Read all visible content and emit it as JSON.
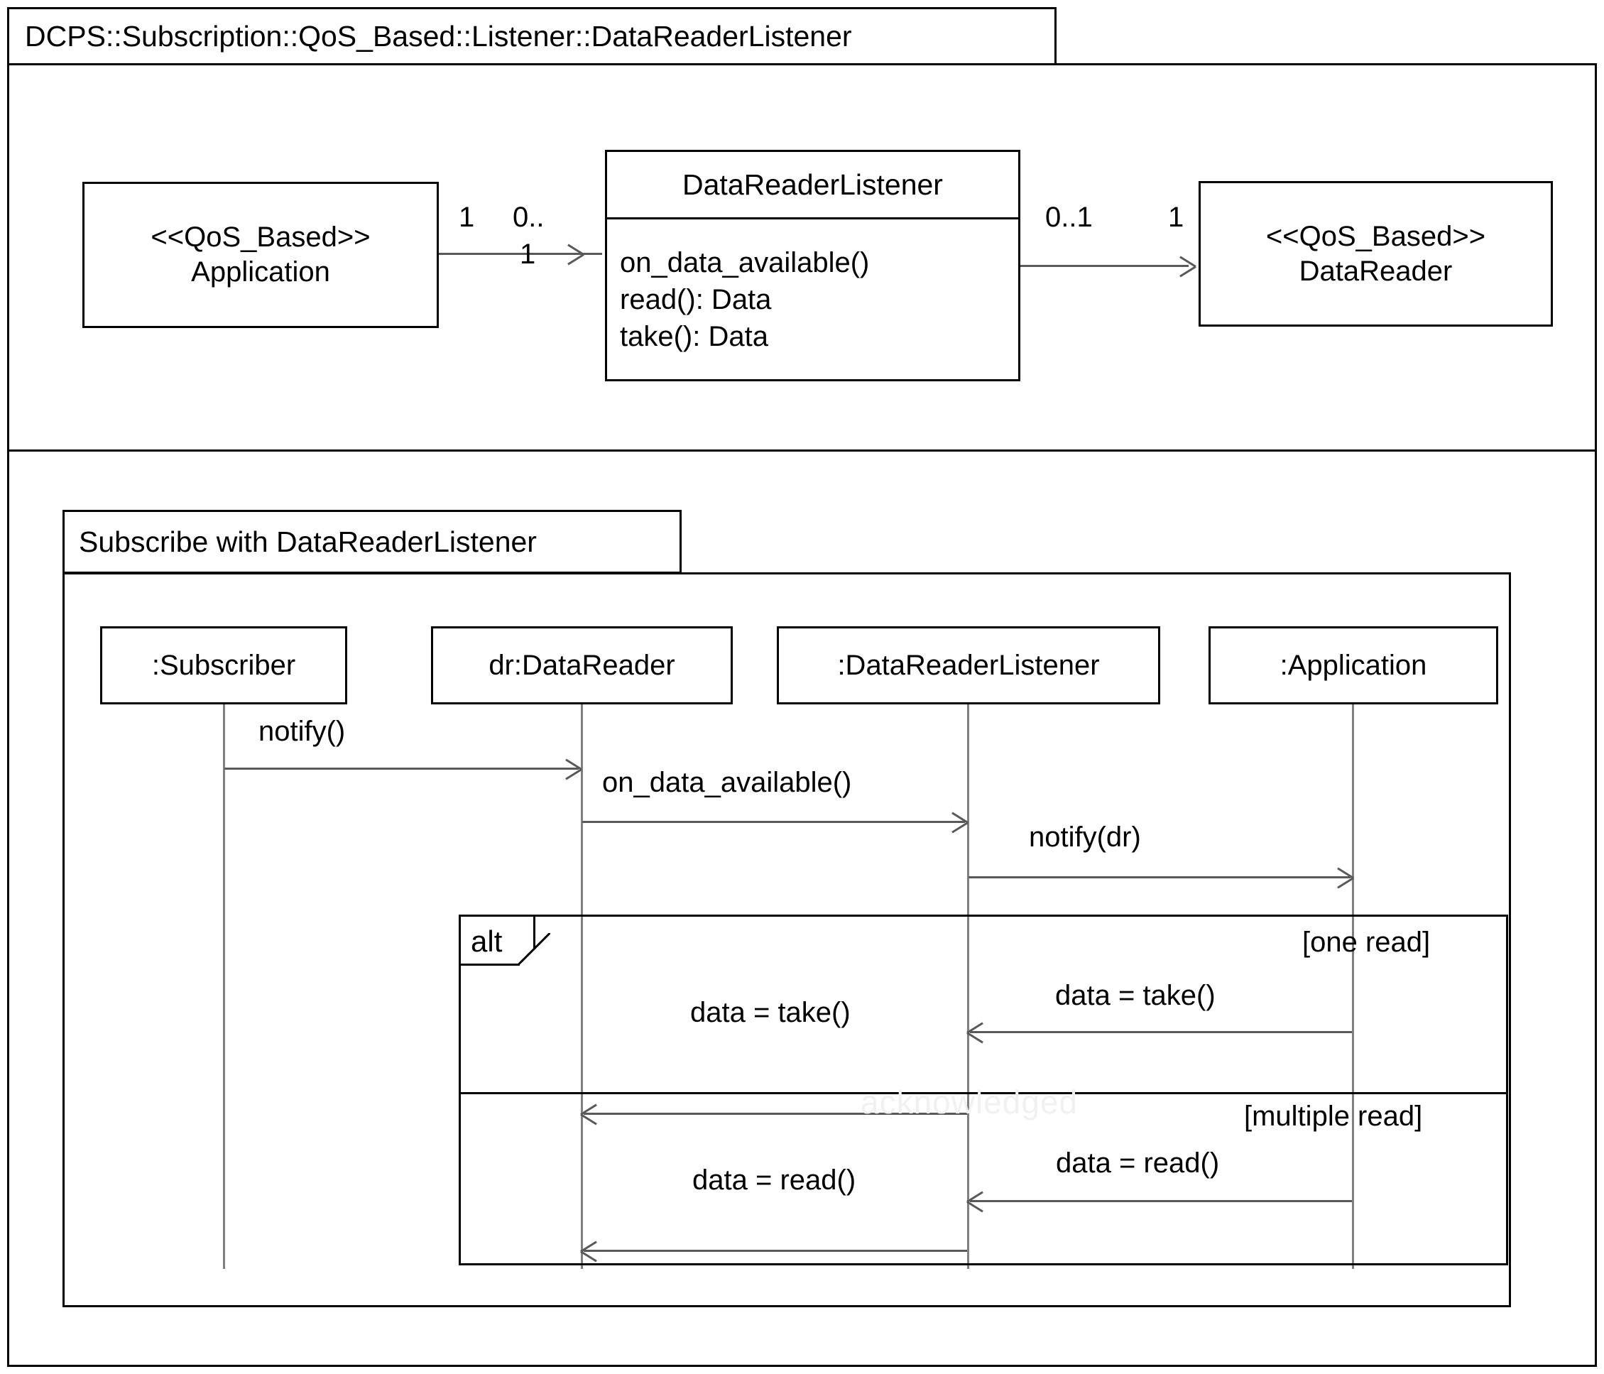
{
  "package": {
    "name": "DCPS::Subscription::QoS_Based::Listener::DataReaderListener"
  },
  "class_diagram": {
    "application_class": {
      "stereotype": "<<QoS_Based>>",
      "name": "Application"
    },
    "listener_class": {
      "name": "DataReaderListener",
      "operations": [
        "on_data_available()",
        "read(): Data",
        "take(): Data"
      ]
    },
    "datareader_class": {
      "stereotype": "<<QoS_Based>>",
      "name": "DataReader"
    },
    "associations": [
      {
        "source_multiplicity": "1",
        "target_multiplicity_top": "0..",
        "target_multiplicity_bottom": "1"
      },
      {
        "source_multiplicity": "0..1",
        "target_multiplicity": "1"
      }
    ]
  },
  "sequence_diagram": {
    "title": "Subscribe with DataReaderListener",
    "lifelines": [
      {
        "label": ":Subscriber"
      },
      {
        "label": "dr:DataReader"
      },
      {
        "label": ":DataReaderListener"
      },
      {
        "label": ":Application"
      }
    ],
    "messages": [
      {
        "label": "notify()"
      },
      {
        "label": "on_data_available()"
      },
      {
        "label": "notify(dr)"
      }
    ],
    "fragment": {
      "operator": "alt",
      "sections": [
        {
          "guard": "[one read]",
          "messages": [
            {
              "label": "data = take()"
            },
            {
              "label": "data = take()"
            }
          ]
        },
        {
          "guard": "[multiple read]",
          "messages": [
            {
              "label": "data = read()"
            },
            {
              "label": "data = read()"
            }
          ]
        }
      ]
    },
    "watermark": "acknowledged"
  },
  "colors": {
    "stroke": "#000000",
    "message_line": "#595959",
    "lifeline": "#808080",
    "background": "#ffffff"
  }
}
